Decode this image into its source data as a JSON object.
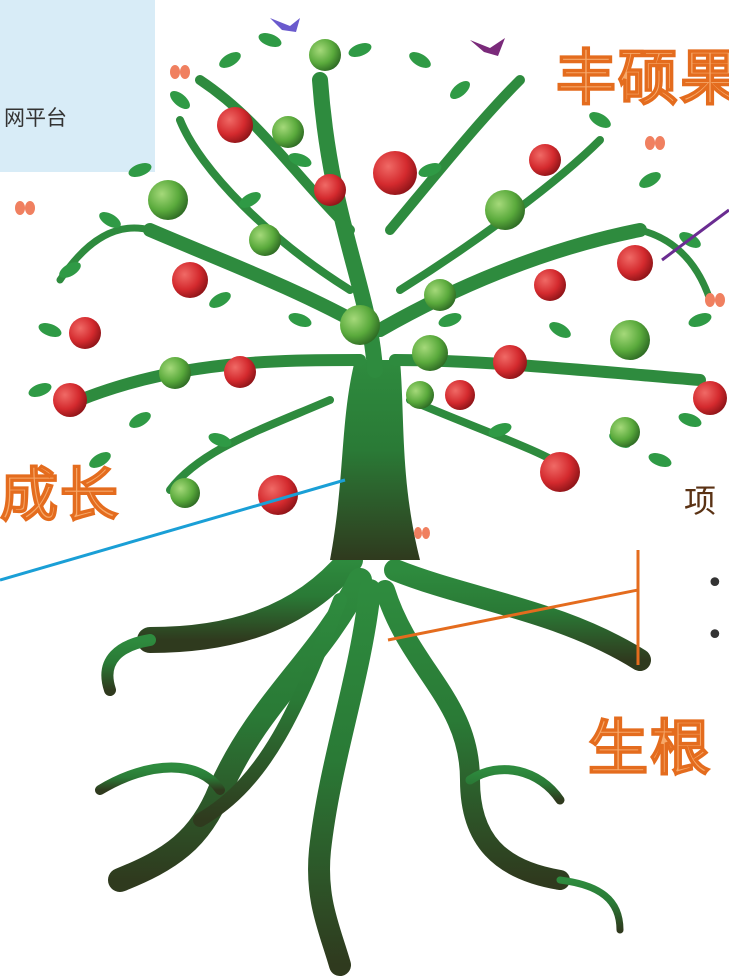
{
  "note": {
    "text": "网平台"
  },
  "labels": {
    "harvest": "丰硕果",
    "grow": "成长",
    "root": "生根",
    "project": "项"
  },
  "bullets": [
    "•",
    "•"
  ],
  "colors": {
    "note_bg": "#d8ecf7",
    "label_fill": "#f7a96a",
    "label_stroke": "#e46c1e",
    "tree_green": "#2e8b3e",
    "root_dark": "#2f3a1e",
    "apple_red": "#d42a2e",
    "apple_green": "#5aaa3c",
    "line_purple": "#6a2c91",
    "line_blue": "#1a9fd6",
    "line_orange": "#e46c1e"
  },
  "icons": [
    "apple-tree-illustration",
    "bird-icon",
    "butterfly-icon"
  ]
}
